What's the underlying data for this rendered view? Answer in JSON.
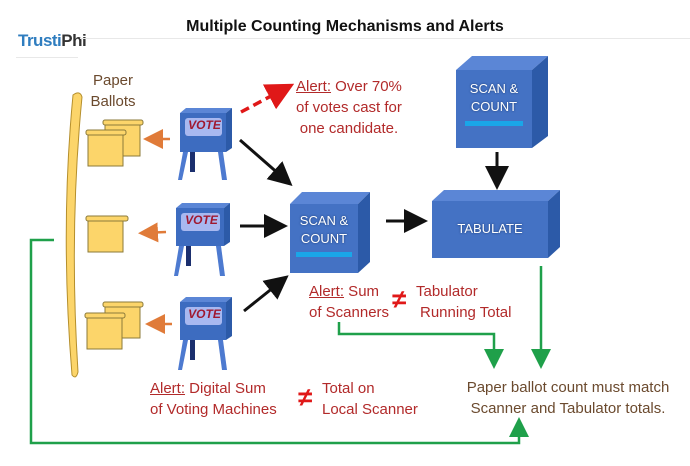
{
  "header": {
    "title": "Multiple Counting Mechanisms and Alerts",
    "logo_main": "Trusti",
    "logo_accent": "Phi"
  },
  "ballots": {
    "label_line1": "Paper",
    "label_line2": "Ballots"
  },
  "voting_machines": [
    {
      "label": "VOTE"
    },
    {
      "label": "VOTE"
    },
    {
      "label": "VOTE"
    }
  ],
  "boxes": {
    "local_scanner": {
      "line1": "SCAN &",
      "line2": "COUNT"
    },
    "central_scanner": {
      "line1": "SCAN &",
      "line2": "COUNT"
    },
    "tabulator": {
      "label": "TABULATE"
    }
  },
  "alerts": {
    "over_70": {
      "prefix": "Alert:",
      "line1": " Over 70%",
      "line2": "of votes cast for",
      "line3": "one candidate."
    },
    "scanner_sum": {
      "prefix": "Alert:",
      "line1": " Sum",
      "line2": "of Scanners",
      "right1": "Tabulator",
      "right2": "Running Total"
    },
    "digital_sum": {
      "prefix": "Alert:",
      "line1": " Digital Sum",
      "line2": "of Voting Machines",
      "right1": "Total on",
      "right2": "Local Scanner"
    },
    "not_equal_symbol": "≠"
  },
  "paper_match": {
    "line1": "Paper ballot count must match",
    "line2": "Scanner and Tabulator totals."
  },
  "colors": {
    "box_blue": "#4472c4",
    "alert_red": "#b22a2a",
    "flow_green": "#1fa04a",
    "ballot_yellow": "#fcd56a",
    "arrow_orange": "#e07b39"
  }
}
